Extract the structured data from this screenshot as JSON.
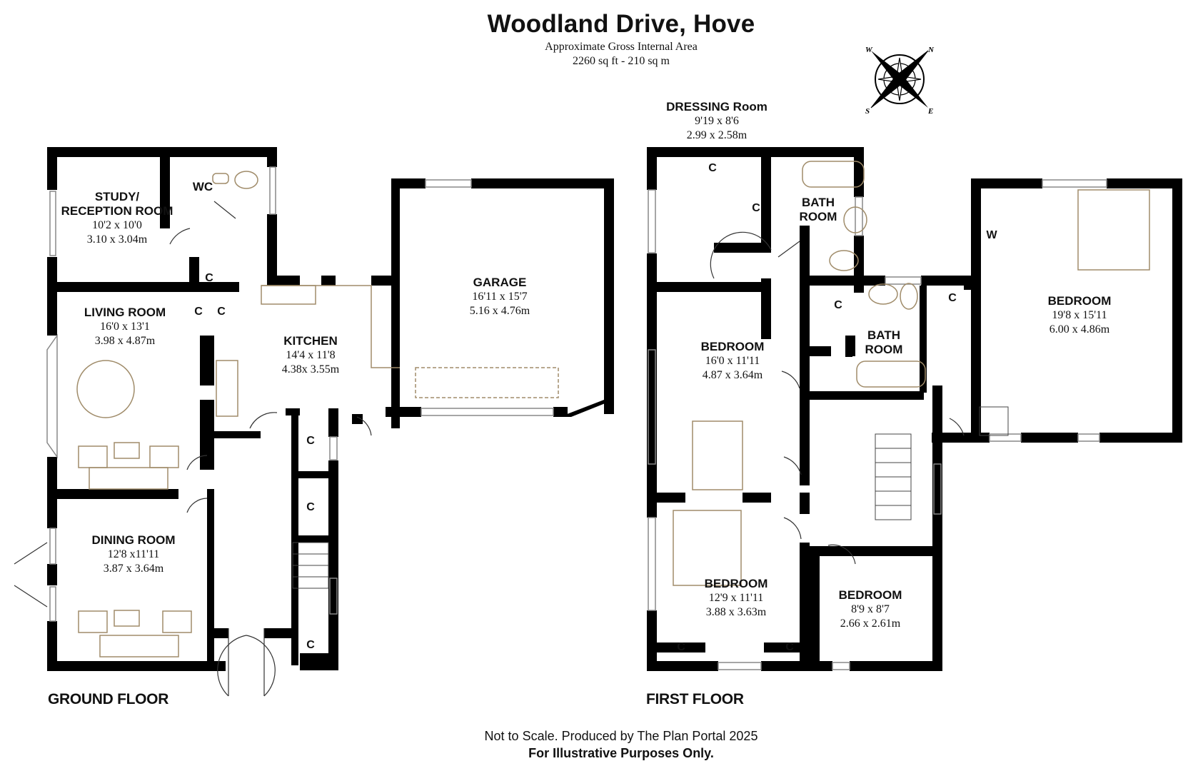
{
  "header": {
    "title": "Woodland Drive, Hove",
    "subtitle": "Approximate Gross Internal Area",
    "area": "2260 sq ft - 210 sq m"
  },
  "compass": {
    "icon": "compass-rose-icon",
    "labels": [
      "N",
      "E",
      "S",
      "W"
    ]
  },
  "ground_floor": {
    "label": "GROUND FLOOR",
    "rooms": [
      {
        "name": "STUDY/",
        "name2": "RECEPTION ROOM",
        "imperial": "10'2 x 10'0",
        "metric": "3.10 x 3.04m"
      },
      {
        "name": "WC"
      },
      {
        "name": "LIVING ROOM",
        "imperial": "16'0 x 13'1",
        "metric": "3.98 x 4.87m"
      },
      {
        "name": "KITCHEN",
        "imperial": "14'4 x 11'8",
        "metric": "4.38x 3.55m"
      },
      {
        "name": "GARAGE",
        "imperial": "16'11 x 15'7",
        "metric": "5.16 x 4.76m"
      },
      {
        "name": "DINING ROOM",
        "imperial": "12'8 x11'11",
        "metric": "3.87 x 3.64m"
      }
    ],
    "cupboard_label": "C"
  },
  "first_floor": {
    "label": "FIRST FLOOR",
    "rooms": [
      {
        "name": "DRESSING Room",
        "imperial": "9'19 x 8'6",
        "metric": "2.99 x 2.58m"
      },
      {
        "name": "BATH",
        "name2": "ROOM"
      },
      {
        "name": "BATH",
        "name2": "ROOM"
      },
      {
        "name": "BEDROOM",
        "imperial": "19'8 x 15'11",
        "metric": "6.00 x 4.86m"
      },
      {
        "name": "BEDROOM",
        "imperial": "16'0 x 11'11",
        "metric": "4.87 x 3.64m"
      },
      {
        "name": "BEDROOM",
        "imperial": "12'9 x 11'11",
        "metric": "3.88 x 3.63m"
      },
      {
        "name": "BEDROOM",
        "imperial": "8'9 x 8'7",
        "metric": "2.66 x 2.61m"
      }
    ],
    "wardrobe_label": "W",
    "cupboard_label": "C"
  },
  "footer": {
    "line1": "Not to Scale. Produced by The Plan Portal 2025",
    "line2": "For Illustrative Purposes Only."
  },
  "colors": {
    "wall": "#000000",
    "fixture": "#a08c6a",
    "window": "#888888"
  }
}
